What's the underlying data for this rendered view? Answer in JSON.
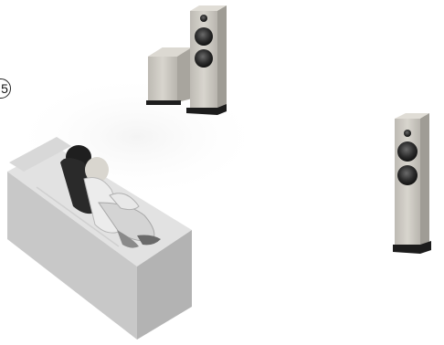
{
  "illustration": {
    "step_number": "5",
    "items": [
      {
        "name": "subwoofer"
      },
      {
        "name": "floor-speaker-left"
      },
      {
        "name": "floor-speaker-right"
      },
      {
        "name": "sofa"
      },
      {
        "name": "listeners"
      }
    ],
    "colors": {
      "background": "#ffffff",
      "speaker_wood": "#c9c6bf",
      "speaker_shadow": "#a9a6a0",
      "driver": "#3a3a3a",
      "sofa_top": "#e0e0e0",
      "sofa_front": "#c6c6c6",
      "sofa_side": "#b0b0b0",
      "hair_dark": "#2a2a2a"
    }
  }
}
